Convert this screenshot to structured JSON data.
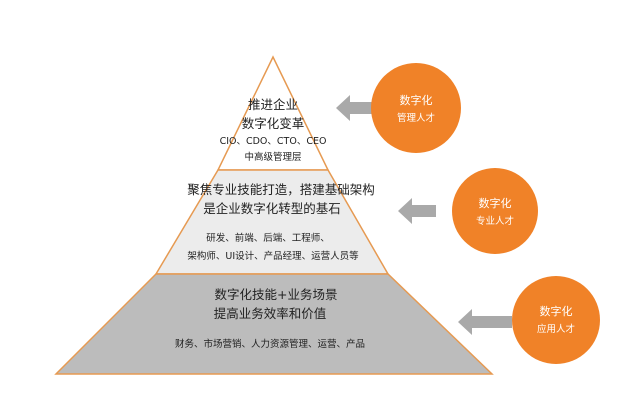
{
  "colors": {
    "tier_top": "#ffffff",
    "tier_middle": "#ececec",
    "tier_bottom": "#bcbcbc",
    "outline": "#e69a52",
    "arrow": "#a9a9a9",
    "circle": "#f08228",
    "circle_text": "#ffffff"
  },
  "tiers": [
    {
      "line1": "推进企业",
      "line2": "数字化变革",
      "roles": "CIO、CDO、CTO、CEO",
      "level": "中高级管理层"
    },
    {
      "line1": "聚焦专业技能打造，搭建基础架构",
      "line2": "是企业数字化转型的基石",
      "roles1": "研发、前端、后端、工程师、",
      "roles2": "架构师、UI设计、产品经理、运营人员等"
    },
    {
      "line1": "数字化技能+业务场景",
      "line2": "提高业务效率和价值",
      "roles": "财务、市场营销、人力资源管理、运营、产品"
    }
  ],
  "circles": [
    {
      "line1": "数字化",
      "line2": "管理人才"
    },
    {
      "line1": "数字化",
      "line2": "专业人才"
    },
    {
      "line1": "数字化",
      "line2": "应用人才"
    }
  ]
}
